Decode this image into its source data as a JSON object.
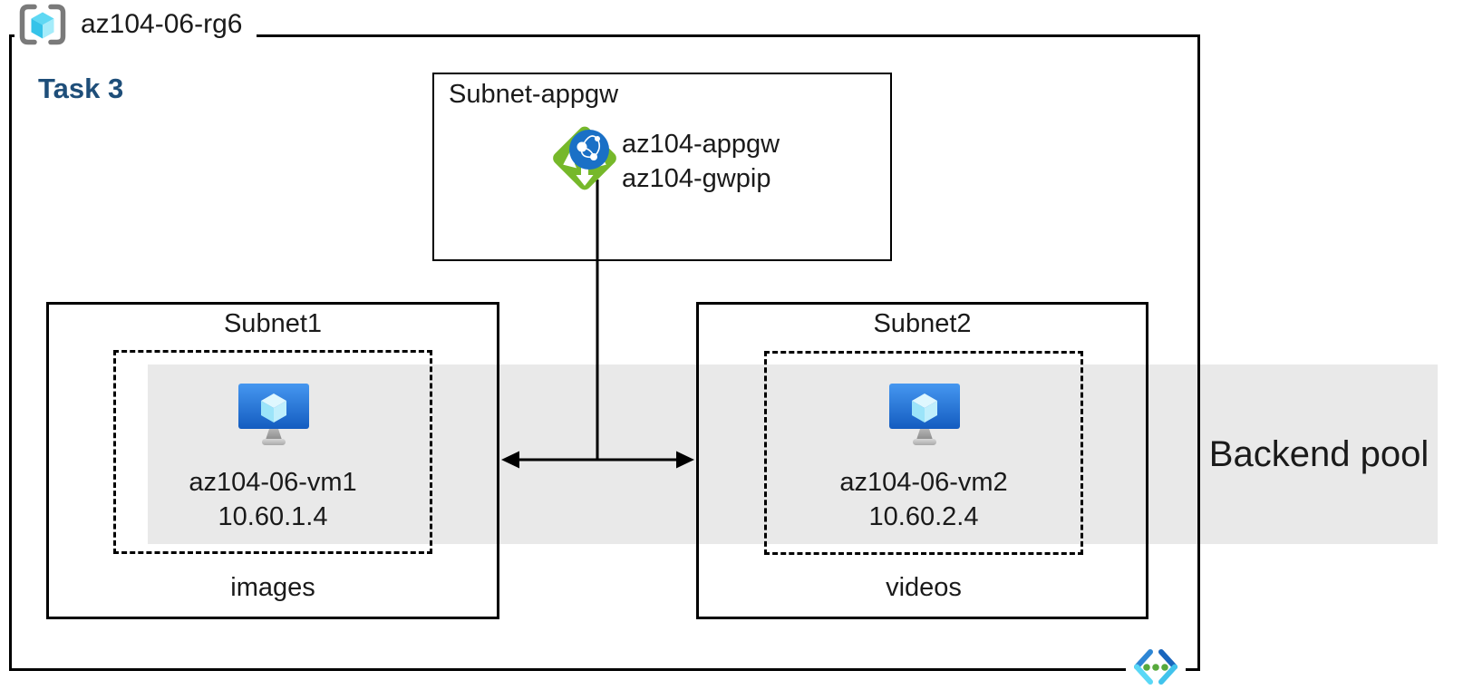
{
  "resource_group": {
    "name": "az104-06-rg6"
  },
  "task": {
    "label": "Task 3"
  },
  "appgw_subnet": {
    "title": "Subnet-appgw",
    "appgw_name": "az104-appgw",
    "appgw_pip": "az104-gwpip"
  },
  "subnet1": {
    "title": "Subnet1",
    "vm_name": "az104-06-vm1",
    "vm_ip": "10.60.1.4",
    "storage_label": "images"
  },
  "subnet2": {
    "title": "Subnet2",
    "vm_name": "az104-06-vm2",
    "vm_ip": "10.60.2.4",
    "storage_label": "videos"
  },
  "backend_pool": {
    "label": "Backend pool"
  },
  "icons": {
    "resource_group": "resource-group-icon",
    "application_gateway": "application-gateway-icon",
    "virtual_machine_1": "virtual-machine-icon",
    "virtual_machine_2": "virtual-machine-icon",
    "virtual_network": "virtual-network-icon"
  },
  "colors": {
    "border_black": "#000000",
    "task_blue": "#1e4e79",
    "backend_band_gray": "#e9e9e9",
    "appgw_green": "#76b82a",
    "globe_blue": "#1a70c6",
    "vm_screen_top_blue": "#4697f0",
    "vm_screen_bottom_blue": "#145cc0",
    "cube_cyan": "#5fd8f3",
    "rg_bracket_gray": "#7a7a7a",
    "vnet_dot_green": "#57a93c"
  }
}
